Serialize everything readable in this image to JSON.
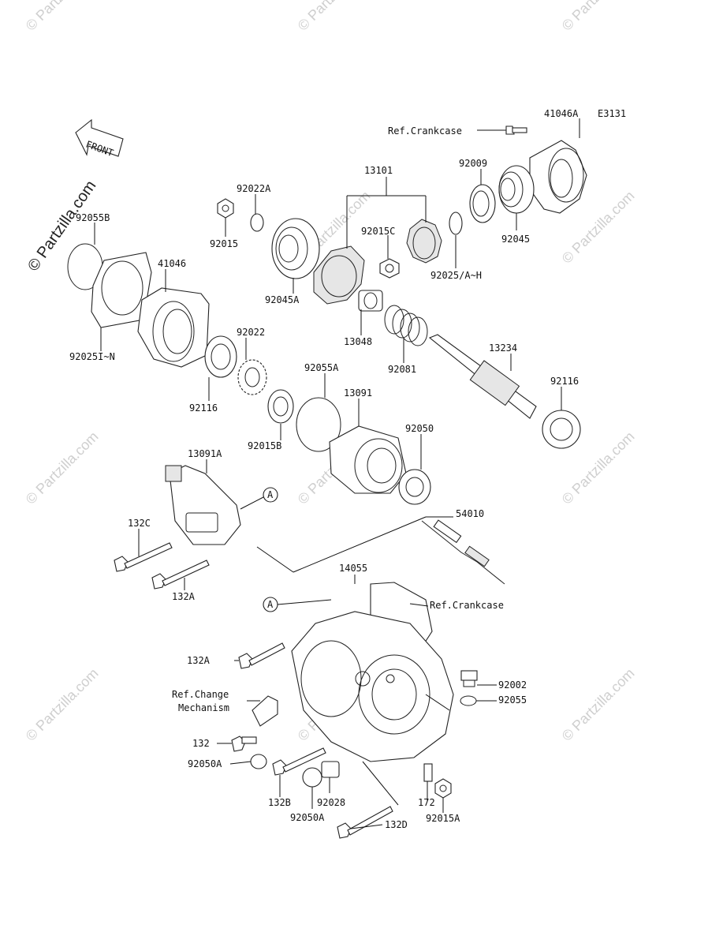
{
  "figure_code": "E3131",
  "watermark": {
    "brand": "© Partzilla.com",
    "small": "© Partzilla.com"
  },
  "front_label": "FRONT",
  "callout_letter": "A",
  "labels": {
    "p41046A": "41046A",
    "ref_crankcase_top": "Ref.Crankcase",
    "p13101": "13101",
    "p92009": "92009",
    "p92022A": "92022A",
    "p92015": "92015",
    "p92055B": "92055B",
    "p41046": "41046",
    "p92015C": "92015C",
    "p92045": "92045",
    "p92025AH": "92025/A~H",
    "p92045A": "92045A",
    "p13048": "13048",
    "p92081": "92081",
    "p13234": "13234",
    "p92022": "92022",
    "p92025IN": "92025I~N",
    "p92116a": "92116",
    "p92116b": "92116",
    "p92055A": "92055A",
    "p13091": "13091",
    "p92050": "92050",
    "p92015B": "92015B",
    "p13091A": "13091A",
    "p132C": "132C",
    "p132A_top": "132A",
    "p54010": "54010",
    "p14055": "14055",
    "ref_crankcase_mid": "Ref.Crankcase",
    "p132A_mid": "132A",
    "p92002": "92002",
    "ref_change": "Ref.Change",
    "mechanism": "Mechanism",
    "p92055": "92055",
    "p132": "132",
    "p92050A_a": "92050A",
    "p132B": "132B",
    "p92028": "92028",
    "p172": "172",
    "p92050A_b": "92050A",
    "p132D": "132D",
    "p92015A": "92015A"
  }
}
